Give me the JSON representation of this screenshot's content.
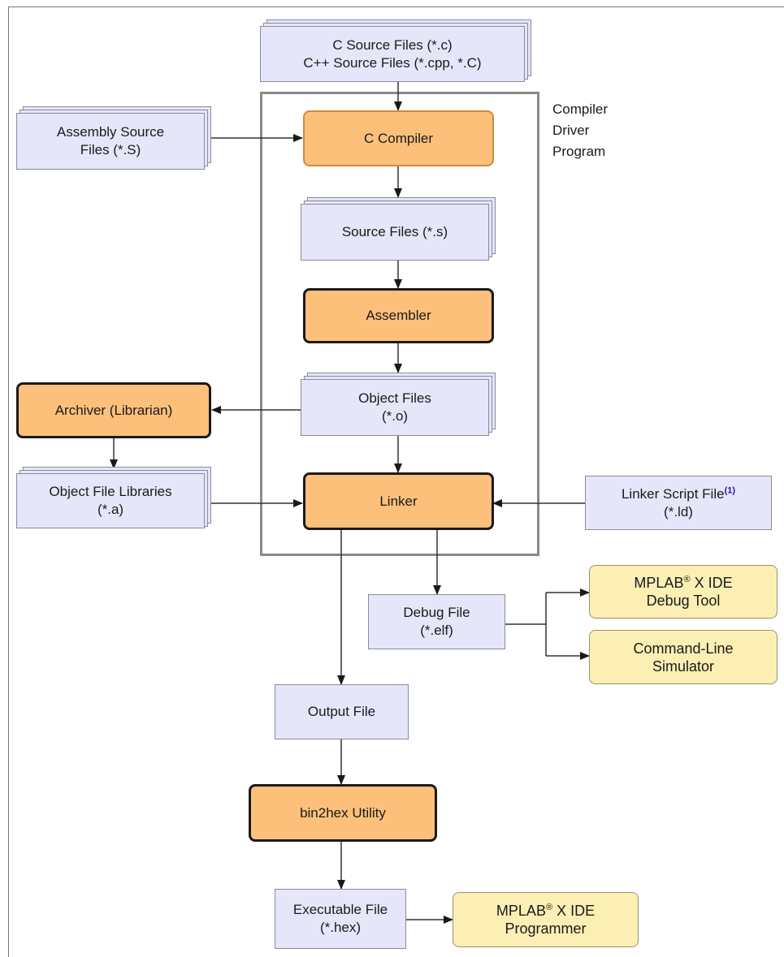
{
  "diagram": {
    "driver": {
      "label": [
        "Compiler",
        "Driver",
        "Program"
      ]
    },
    "nodes": {
      "c_source": {
        "lines": [
          "C Source Files (*.c)",
          "C++ Source Files (*.cpp, *.C)"
        ]
      },
      "asm_source": {
        "lines": [
          "Assembly Source",
          "Files (*.S)"
        ]
      },
      "c_compiler": {
        "label": "C Compiler"
      },
      "source_files": {
        "label": "Source Files (*.s)"
      },
      "assembler": {
        "label": "Assembler"
      },
      "object_files": {
        "lines": [
          "Object Files",
          "(*.o)"
        ]
      },
      "archiver": {
        "label": "Archiver (Librarian)"
      },
      "object_libs": {
        "lines": [
          "Object File Libraries",
          "(*.a)"
        ]
      },
      "linker": {
        "label": "Linker"
      },
      "linker_script": {
        "line1": "Linker Script File",
        "note": "(1)",
        "line2": "(*.ld)"
      },
      "debug_file": {
        "lines": [
          "Debug File",
          "(*.elf)"
        ]
      },
      "debug_tool": {
        "line1_pre": "MPLAB",
        "line1_sup": "®",
        "line1_post": " X IDE",
        "line2": "Debug Tool"
      },
      "cli_sim": {
        "lines": [
          "Command-Line",
          "Simulator"
        ]
      },
      "output_file": {
        "label": "Output File"
      },
      "bin2hex": {
        "label": "bin2hex Utility"
      },
      "exec_file": {
        "lines": [
          "Executable File",
          "(*.hex)"
        ]
      },
      "programmer": {
        "line1_pre": "MPLAB",
        "line1_sup": "®",
        "line1_post": " X IDE",
        "line2": "Programmer"
      }
    }
  }
}
